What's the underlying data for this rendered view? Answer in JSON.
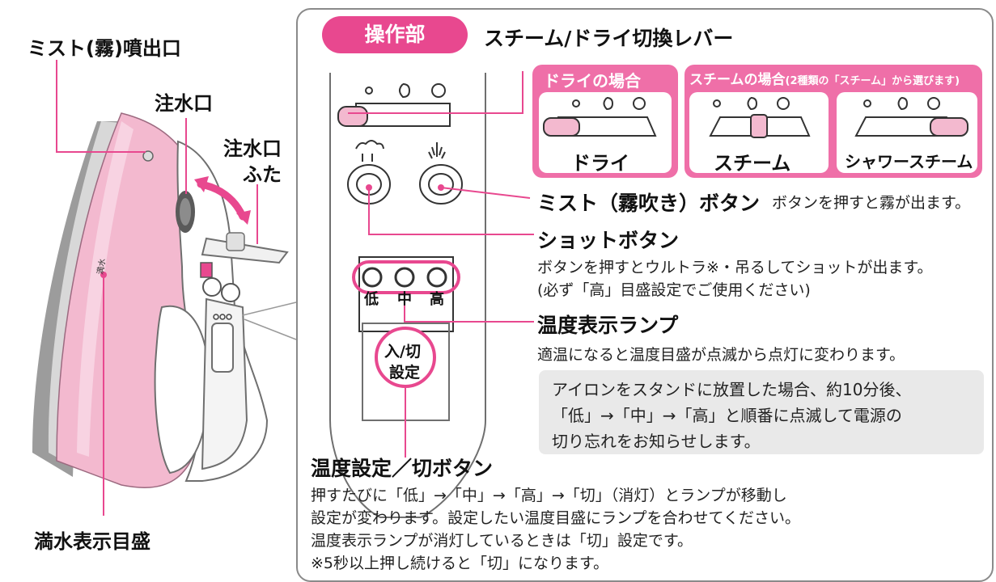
{
  "iron_labels": {
    "mist_outlet": "ミスト(霧)噴出口",
    "water_inlet": "注水口",
    "water_inlet_lid_line1": "注水口",
    "water_inlet_lid_line2": "ふた",
    "full_water_mark": "満水表示目盛",
    "side_mark": "満水"
  },
  "panel": {
    "title": "操作部",
    "lever_title": "スチーム/ドライ切換レバー",
    "dry_header": "ドライの場合",
    "steam_header_main": "スチームの場合",
    "steam_header_sub": "(2種類の「スチーム」から選びます)",
    "mode_dry": "ドライ",
    "mode_steam": "スチーム",
    "mode_shower": "シャワースチーム",
    "mist_button": "ミスト（霧吹き）ボタン",
    "mist_desc": "ボタンを押すと霧が出ます。",
    "shot_button": "ショットボタン",
    "shot_desc1": "ボタンを押すとウルトラ※・吊るしてショットが出ます。",
    "shot_desc2": "(必ず「高」目盛設定でご使用ください)",
    "temp_lamp": "温度表示ランプ",
    "temp_lamp_desc": "適温になると温度目盛が点滅から点灯に変わります。",
    "note_line1": "アイロンをスタンドに放置した場合、約10分後、",
    "note_line2": "「低」→「中」→「高」と順番に点滅して電源の",
    "note_line3": "切り忘れをお知らせします。",
    "temp_button": "温度設定／切ボタン",
    "temp_desc1": "押すたびに「低」→「中」→「高」→「切」（消灯）とランプが移動し",
    "temp_desc2": "設定が変わります。設定したい温度目盛にランプを合わせてください。",
    "temp_desc3": "温度表示ランプが消灯しているときは「切」設定です。",
    "temp_desc4": "※5秒以上押し続けると「切」になります。",
    "lamp_low": "低",
    "lamp_mid": "中",
    "lamp_high": "高",
    "power_btn_line1": "入/切",
    "power_btn_line2": "設定"
  },
  "colors": {
    "accent_pink": "#e8488f",
    "box_pink": "#ef6fa8",
    "iron_body": "#f3b9cf",
    "note_gray": "#e9e9e9"
  }
}
